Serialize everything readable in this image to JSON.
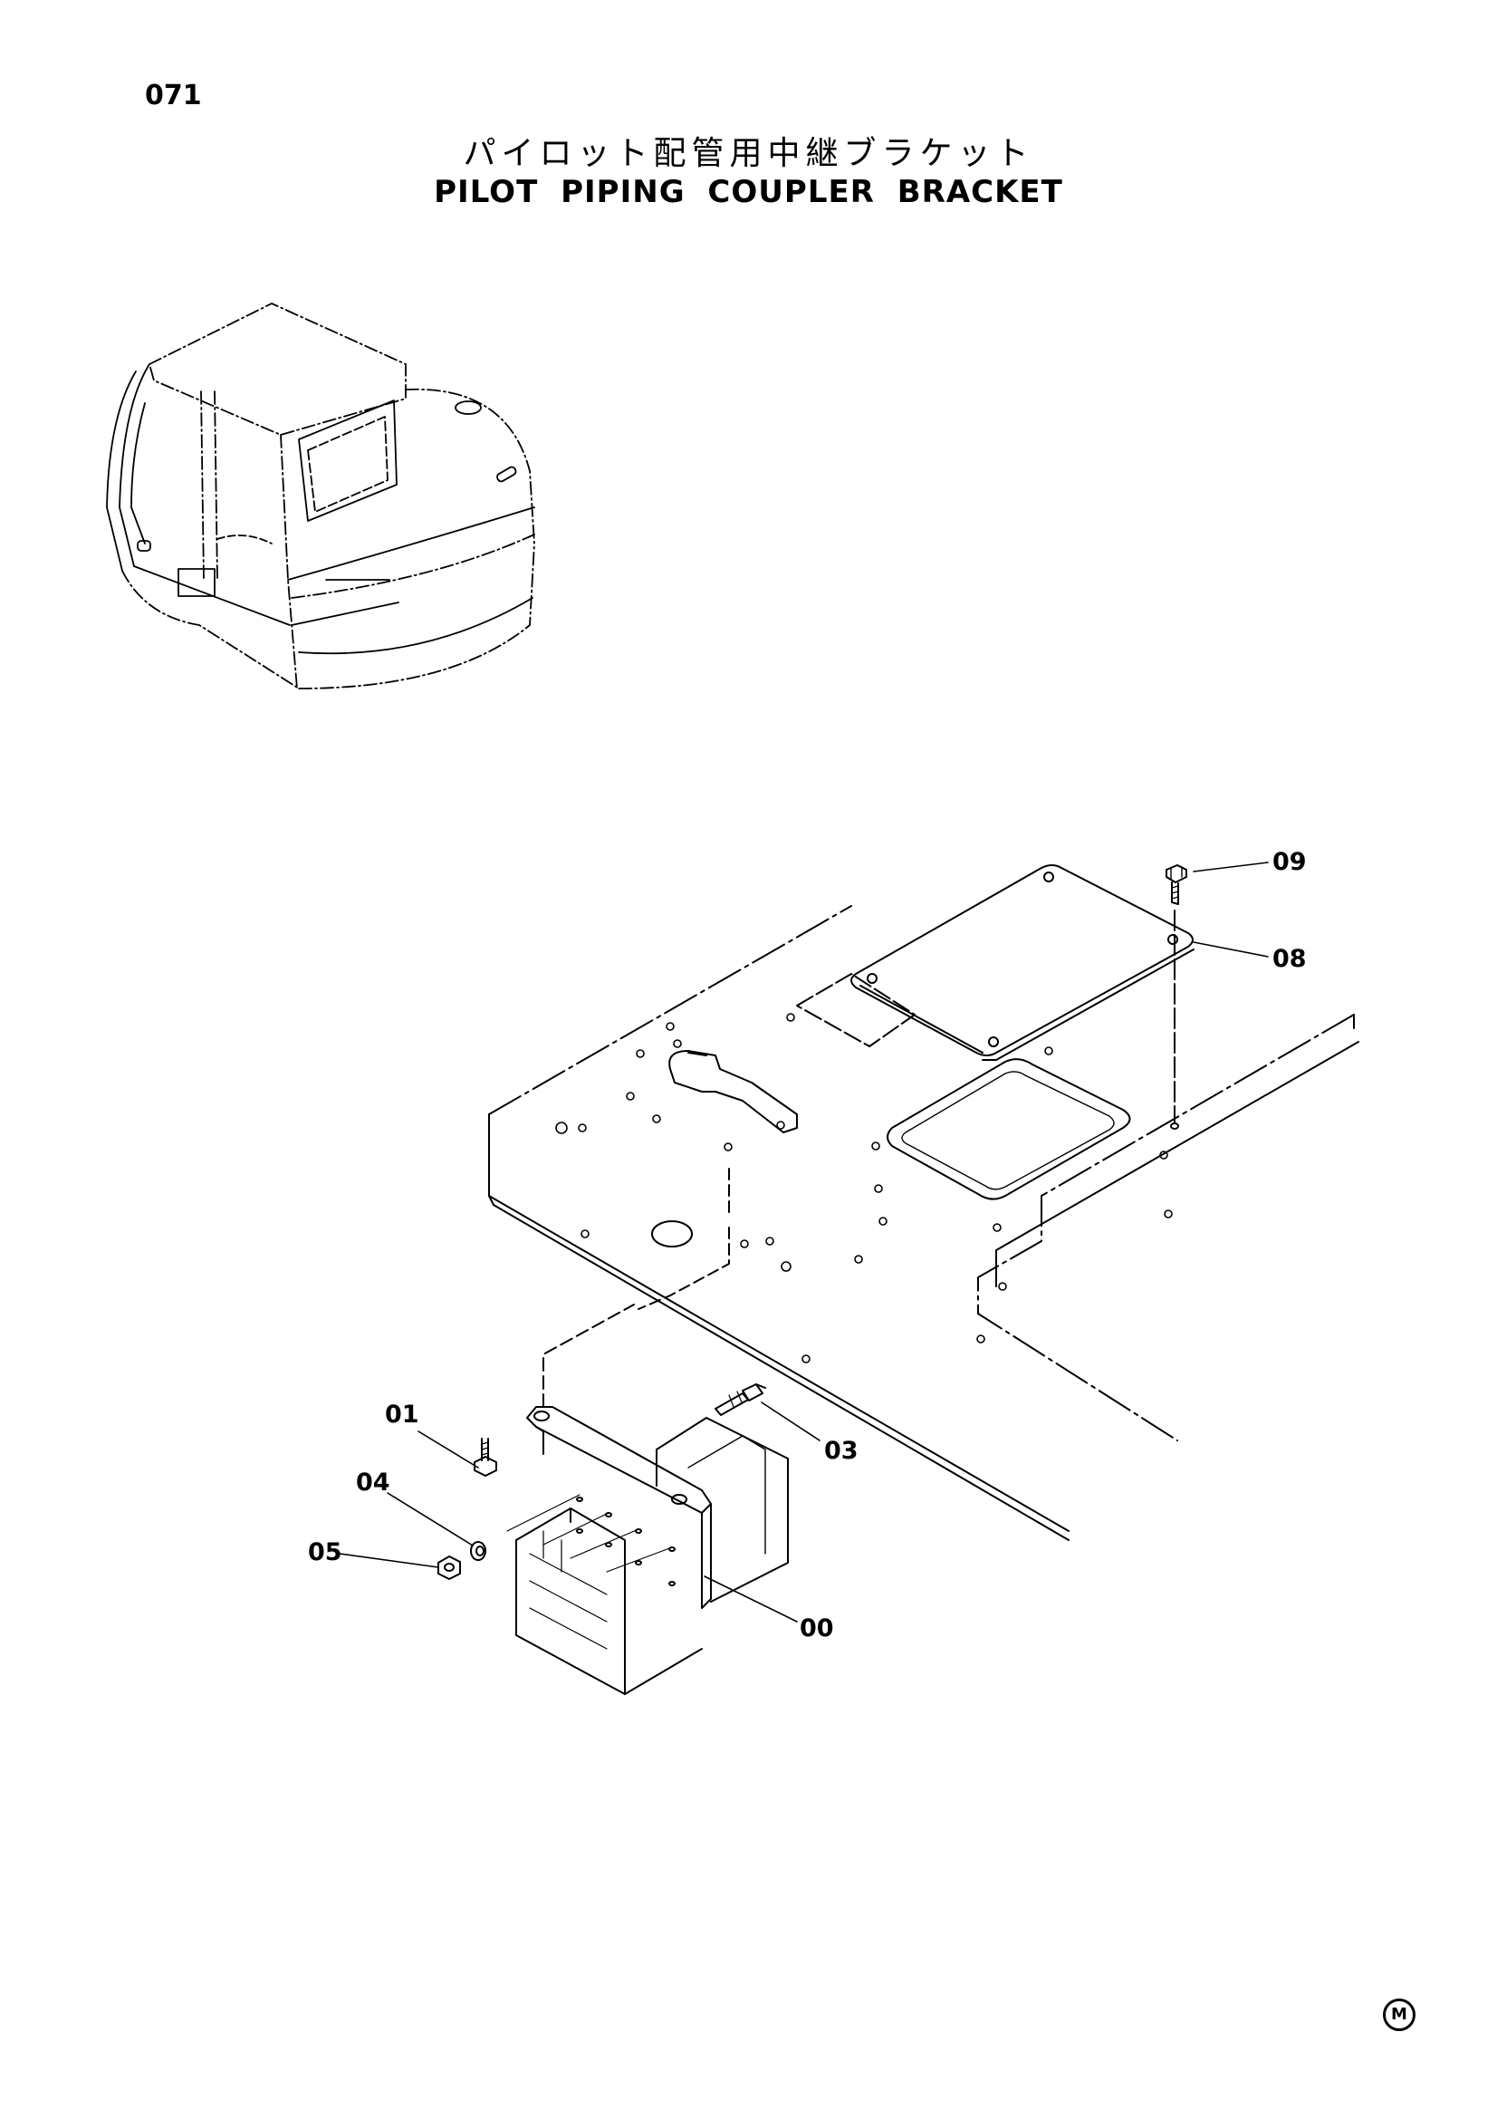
{
  "page": {
    "number": "071",
    "title_jp": "パイロット配管用中継ブラケット",
    "title_en": "PILOT PIPING COUPLER BRACKET"
  },
  "callouts": [
    {
      "id": "09",
      "label": "09"
    },
    {
      "id": "08",
      "label": "08"
    },
    {
      "id": "01",
      "label": "01"
    },
    {
      "id": "03",
      "label": "03"
    },
    {
      "id": "04",
      "label": "04"
    },
    {
      "id": "05",
      "label": "05"
    },
    {
      "id": "00",
      "label": "00"
    }
  ],
  "mark": "M"
}
